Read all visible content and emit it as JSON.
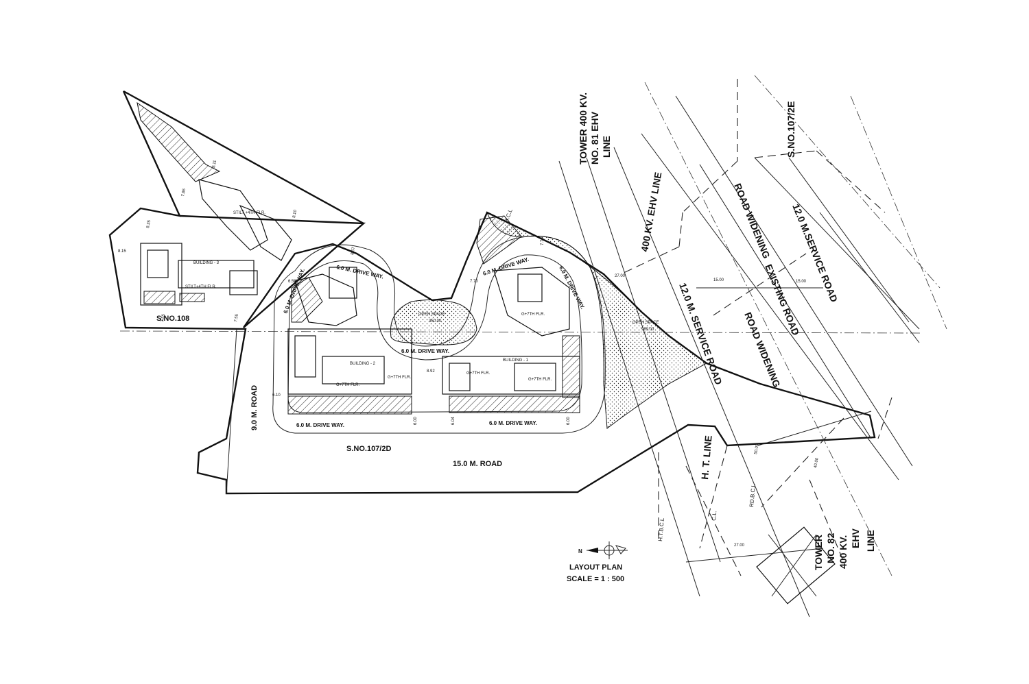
{
  "labels": {
    "tower81": [
      "TOWER 400 KV.",
      "NO. 81  EHV",
      "LINE"
    ],
    "tower82": [
      "TOWER",
      "NO. 82",
      "400 KV.",
      "EHV",
      "LINE"
    ],
    "sno_107_2e": "S.NO.107/2E",
    "sno_108": "S.NO.108",
    "sno_107_2d": "S.NO.107/2D",
    "road_15m": "15.0 M. ROAD",
    "road_9m": "9.0 M. ROAD",
    "drive_left_bottom": "6.0 M. DRIVE WAY.",
    "drive_right_bottom": "6.0 M. DRIVE WAY.",
    "drive_center": "6.0 M. DRIVE WAY.",
    "drive_top_b2": "6.0 M. DRIVE WAY.",
    "drive_left_b2": "6.0 M. DRIVE WAY.",
    "drive_top_b1": "6.0 M. DRIVE WAY.",
    "drive_right_b1": "6.0 M. DRIVE WAY.",
    "open_space_1": "OPEN SPACE",
    "open_space_1_area": "350.00",
    "open_space_2": "OPEN SPACE",
    "open_space_2_area": "989.00",
    "ehv_line": "400 KV. EHV LINE",
    "ht_line": "H. T. LINE",
    "service_road_left": "12.0 M. SERVICE ROAD",
    "service_road_right": "12.0 M.SERVICE ROAD",
    "road_widening_1": "ROAD WIDENING",
    "road_widening_2": "ROAD WIDENING",
    "existing_road": "EXISTING ROAD",
    "bcl_top": "B.C.L",
    "htbcl": "H.T.B.C.L",
    "cl": "C.L.",
    "rd_bcl": "RD.B.C.L",
    "building_1": "BUILDING - 1",
    "building_2": "BUILDING - 2",
    "building_3": "BUILDING - 3",
    "stilt_b3": "STILT +4TH FLR.",
    "stilt_b3b": "STILT+4TH FLR.",
    "g7_b1a": "G+7TH FLR.",
    "g7_b1b": "G+7TH FLR.",
    "g7_b1c": "G+7TH FLR.",
    "g7_b2a": "G+7TH FLR.",
    "g7_b2b": "G+7TH FLR.",
    "north": "N",
    "layout_title": "LAYOUT PLAN",
    "layout_scale": "SCALE = 1 : 500"
  },
  "dimensions": {
    "d_8_11": "8.11",
    "d_7_86": "7.86",
    "d_8_10": "8.10",
    "d_8_35": "8.35",
    "d_8_15": "8.15",
    "d_7_55a": "7.55",
    "d_7_55b": "7.55",
    "d_6_50": "6.50",
    "d_8_57": "8.57",
    "d_6_10": "6.10",
    "d_8_92": "8.92",
    "d_6_00a": "6.00",
    "d_6_04": "6.04",
    "d_6_00b": "6.00",
    "d_7_70a": "7.70",
    "d_7_70b": "7.70",
    "d_27_00a": "27.00",
    "d_15_00a": "15.00",
    "d_15_00b": "15.00",
    "d_50_00": "50.00",
    "d_40_00": "40.00",
    "d_27_00b": "27.00"
  }
}
